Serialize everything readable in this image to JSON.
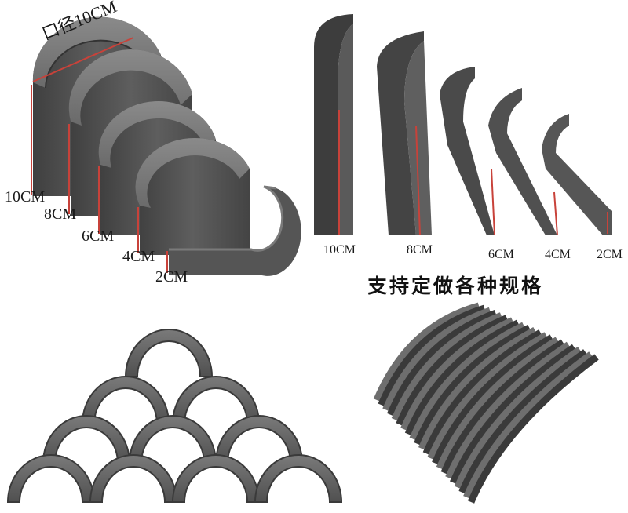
{
  "top_left": {
    "diameter_label": "口径10CM",
    "size_labels": [
      "10CM",
      "8CM",
      "6CM",
      "4CM",
      "2CM"
    ]
  },
  "top_right": {
    "size_labels": [
      "10CM",
      "8CM",
      "6CM",
      "4CM",
      "2CM"
    ]
  },
  "custom_text": "支持定做各种规格",
  "colors": {
    "material_dark": "#4a4a4a",
    "material_mid": "#6b6b6b",
    "material_light": "#8c8c8c",
    "marker_red": "#c8423a"
  }
}
